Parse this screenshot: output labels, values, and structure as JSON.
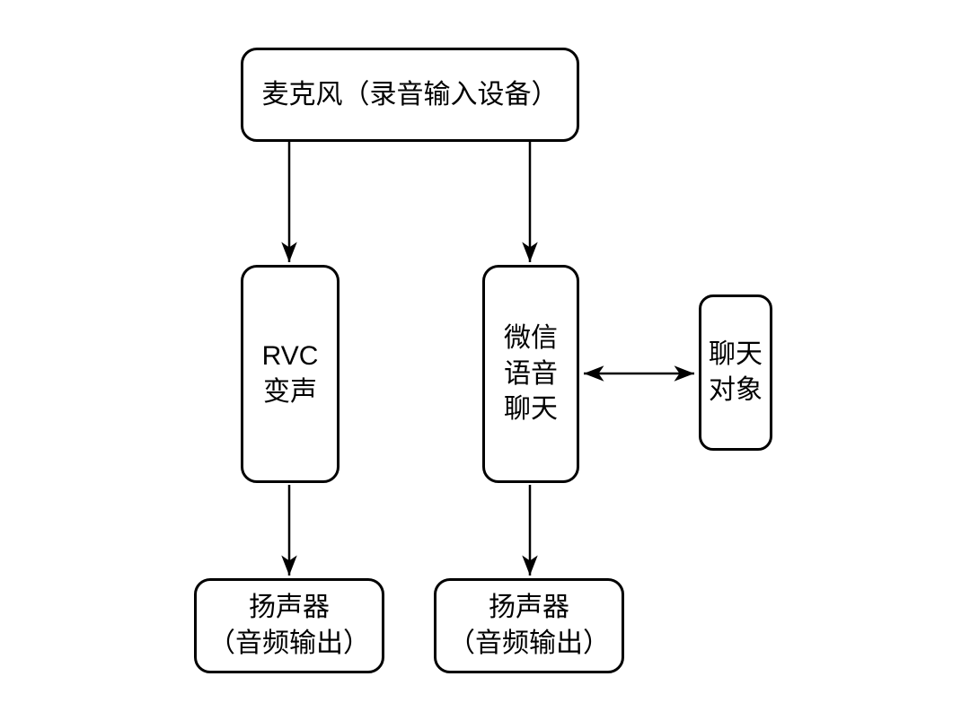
{
  "diagram": {
    "type": "flowchart",
    "background_color": "#ffffff",
    "node_border_color": "#000000",
    "node_fill_color": "#ffffff",
    "text_color": "#000000",
    "nodes": {
      "microphone": {
        "label": "麦克风（录音输入设备）"
      },
      "rvc": {
        "lines": [
          "RVC",
          "变声"
        ]
      },
      "wechat": {
        "lines": [
          "微信",
          "语音",
          "聊天"
        ]
      },
      "chat_partner": {
        "lines": [
          "聊天",
          "对象"
        ]
      },
      "speaker_left": {
        "lines": [
          "扬声器",
          "（音频输出）"
        ]
      },
      "speaker_right": {
        "lines": [
          "扬声器",
          "（音频输出）"
        ]
      }
    },
    "edges": [
      {
        "from": "microphone",
        "to": "rvc",
        "arrow": "single"
      },
      {
        "from": "microphone",
        "to": "wechat",
        "arrow": "single"
      },
      {
        "from": "wechat",
        "to": "chat_partner",
        "arrow": "double"
      },
      {
        "from": "rvc",
        "to": "speaker_left",
        "arrow": "single"
      },
      {
        "from": "wechat",
        "to": "speaker_right",
        "arrow": "single"
      }
    ]
  }
}
